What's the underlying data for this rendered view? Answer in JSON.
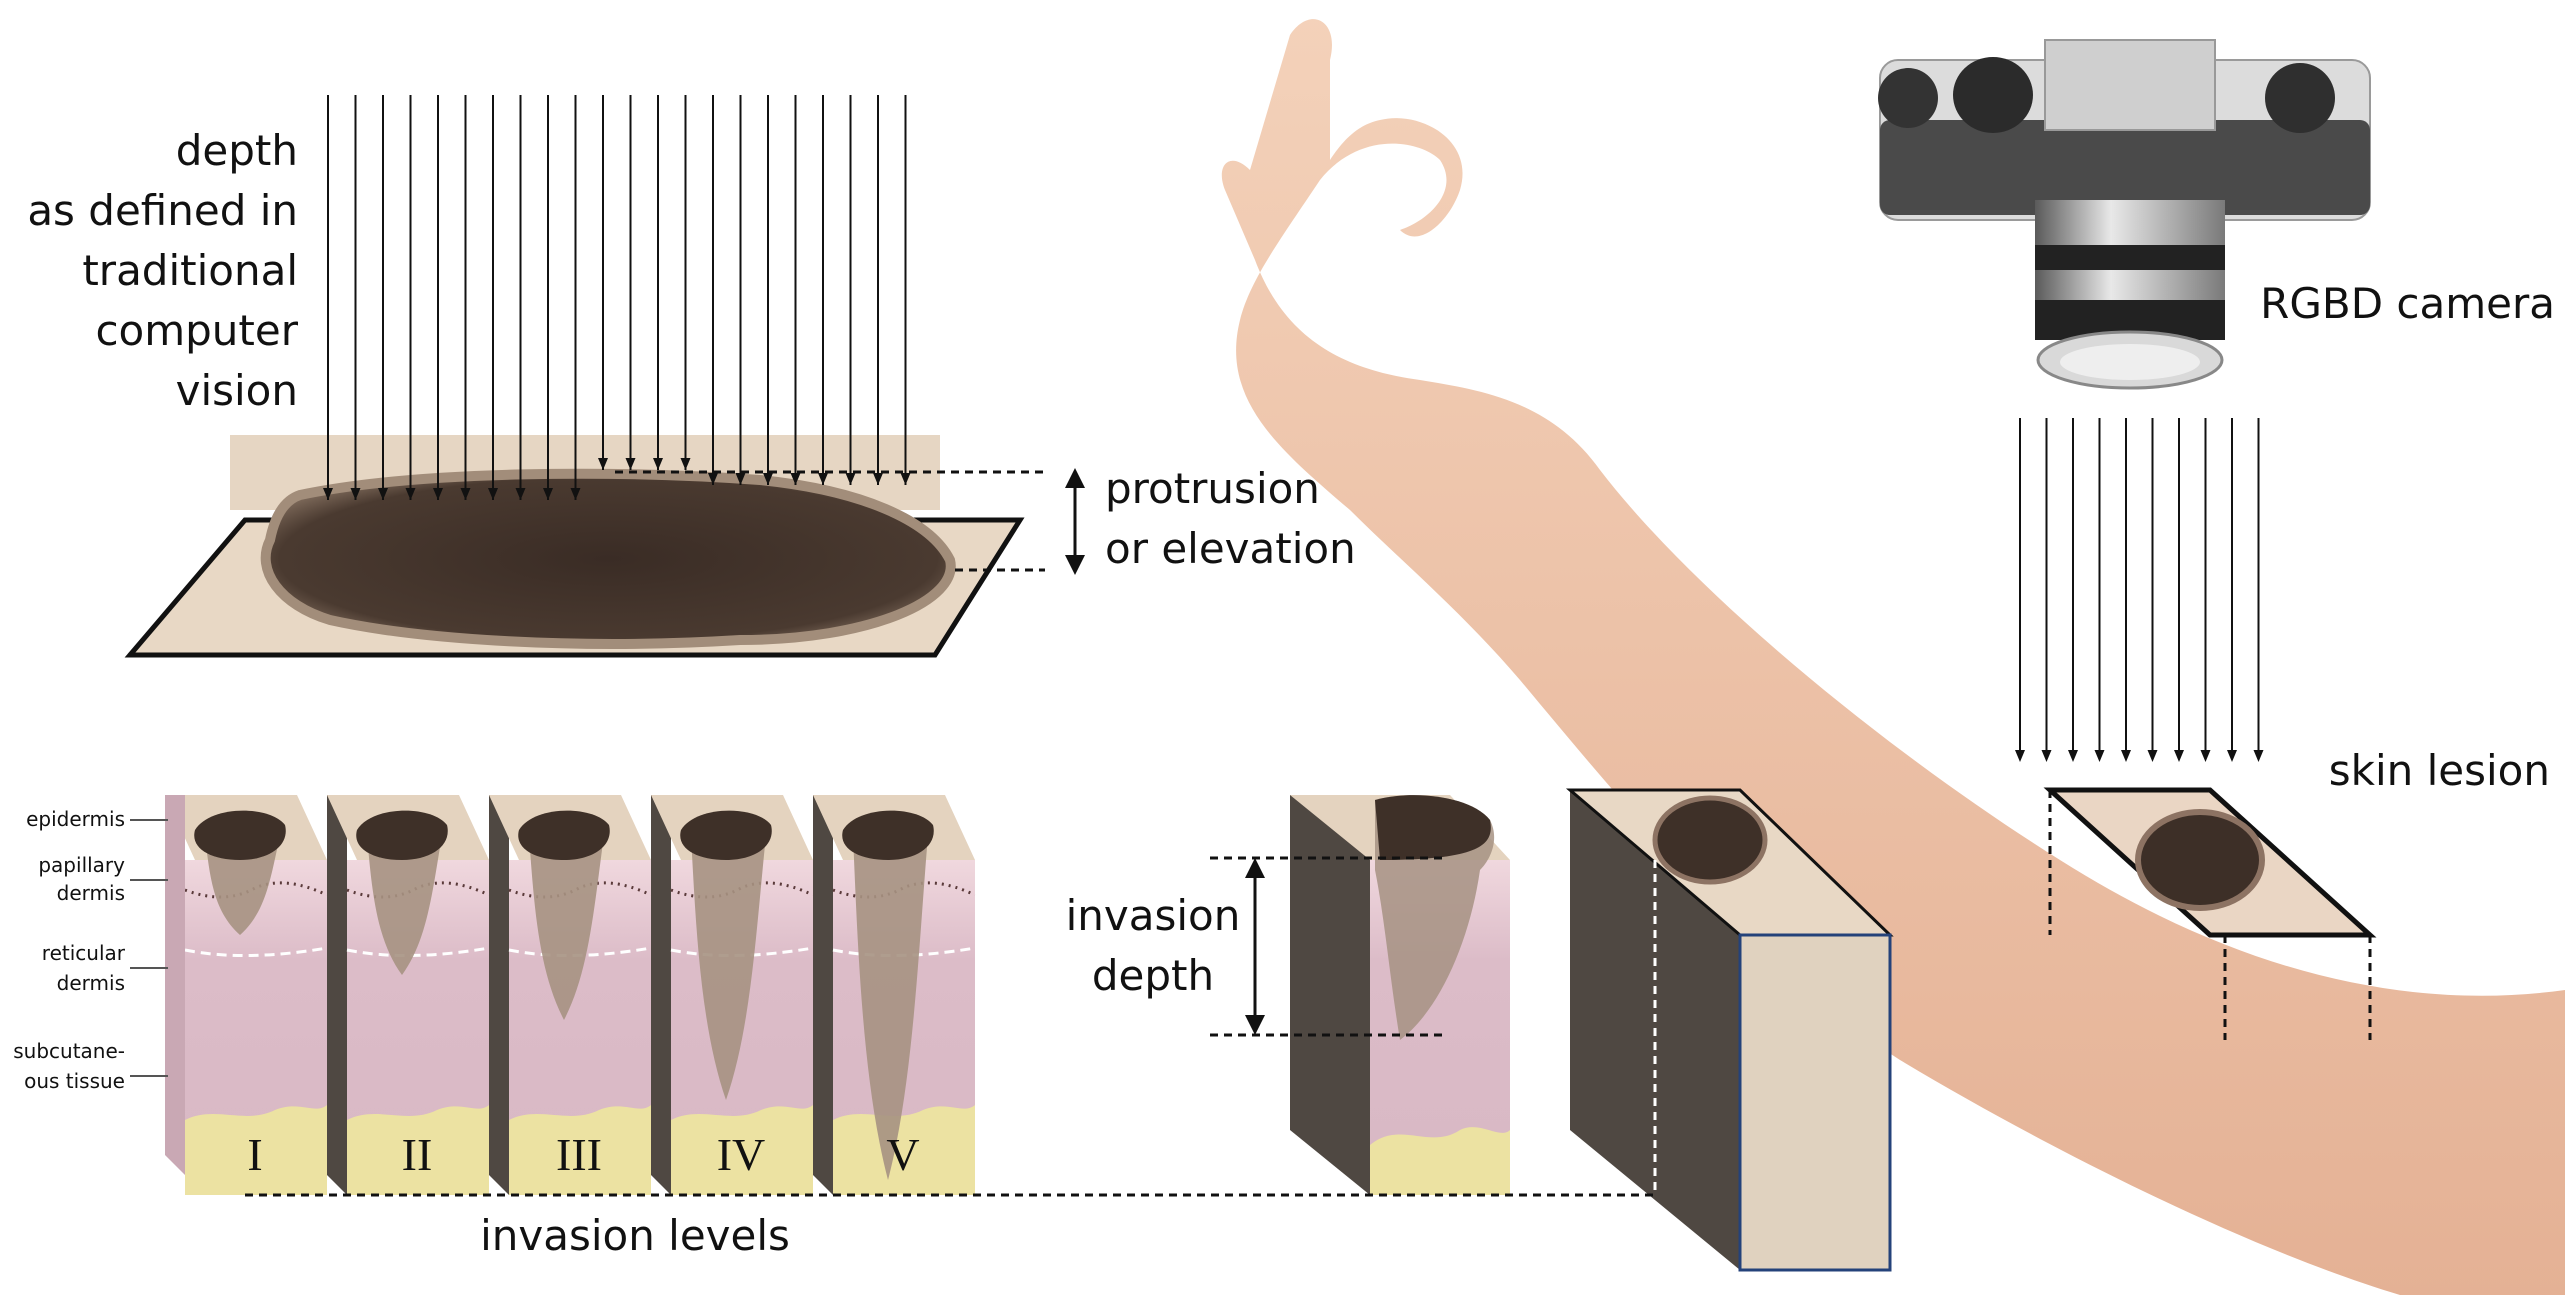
{
  "labels": {
    "depth_lines": [
      "depth",
      "as defined in",
      "traditional",
      "computer",
      "vision"
    ],
    "protrusion_lines": [
      "protrusion",
      "or elevation"
    ],
    "camera": "RGBD camera",
    "skin_lesion": "skin lesion",
    "invasion_depth_lines": [
      "invasion",
      "depth"
    ],
    "invasion_levels": "invasion levels"
  },
  "layers": {
    "epidermis": [
      "epidermis"
    ],
    "papillary": [
      "papillary",
      "dermis"
    ],
    "reticular": [
      "reticular",
      "dermis"
    ],
    "subcutaneous": [
      "subcutane-",
      "ous tissue"
    ]
  },
  "levels": [
    "I",
    "II",
    "III",
    "IV",
    "V"
  ],
  "colors": {
    "skin_surface": "#e4d3bf",
    "lesion": "#3e3028",
    "dermis_pink": "#dcbcc8",
    "papillary_pink": "#f1d6dc",
    "fat_yellow": "#ece2a2",
    "slab_dark": "#4f4842"
  }
}
